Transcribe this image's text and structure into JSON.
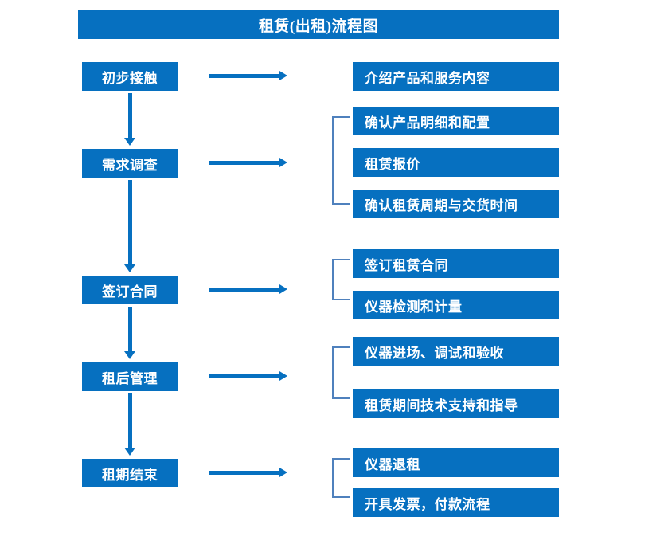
{
  "diagram": {
    "title": "租赁(出租)流程图",
    "accent_color": "#0670c0",
    "bracket_color": "#4f81bd",
    "text_color": "#ffffff",
    "background_color": "#ffffff"
  },
  "stages": [
    {
      "label": "初步接触"
    },
    {
      "label": "需求调查"
    },
    {
      "label": "签订合同"
    },
    {
      "label": "租后管理"
    },
    {
      "label": "租期结束"
    }
  ],
  "tasks": [
    {
      "label": "介绍产品和服务内容"
    },
    {
      "label": "确认产品明细和配置"
    },
    {
      "label": "租赁报价"
    },
    {
      "label": "确认租赁周期与交货时间"
    },
    {
      "label": "签订租赁合同"
    },
    {
      "label": "仪器检测和计量"
    },
    {
      "label": "仪器进场、调试和验收"
    },
    {
      "label": "租赁期间技术支持和指导"
    },
    {
      "label": "仪器退租"
    },
    {
      "label": "开具发票，付款流程"
    }
  ]
}
